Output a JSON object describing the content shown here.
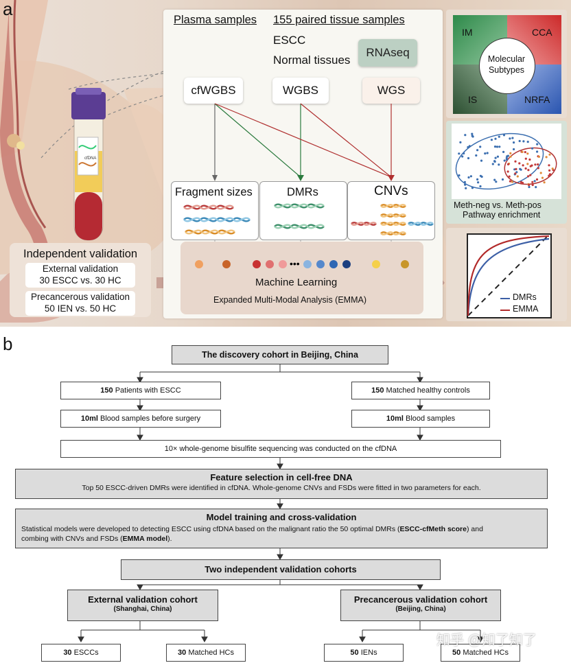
{
  "panel_a": {
    "letter": "a",
    "plasma_label": "Plasma samples",
    "tissue_label": "155 paired tissue samples",
    "escc": "ESCC",
    "normal": "Normal tissues",
    "rnaseq": "RNAseq",
    "cfwgbs": "cfWGBS",
    "wgbs": "WGBS",
    "wgs": "WGS",
    "fragment": "Fragment sizes",
    "dmrs": "DMRs",
    "cnvs": "CNVs",
    "ml": "Machine Learning",
    "emma": "Expanded Multi-Modal Analysis (EMMA)",
    "validation_title": "Independent validation",
    "external_l1": "External validation",
    "external_l2": "30 ESCC vs. 30 HC",
    "precancer_l1": "Precancerous validation",
    "precancer_l2": "50 IEN vs. 50 HC",
    "tube_label": "cfDNA",
    "subtypes": {
      "im": "IM",
      "cca": "CCA",
      "is": "IS",
      "nrfa": "NRFA",
      "center_l1": "Molecular",
      "center_l2": "Subtypes",
      "colors": {
        "im": "#3f8f5a",
        "cca": "#d94a4a",
        "is": "#4a6a4a",
        "nrfa": "#4f73b8"
      }
    },
    "scatter": {
      "label_l1": "Meth-neg  vs. Meth-pos",
      "label_l2": "Pathway enrichment"
    },
    "roc": {
      "legend_dmrs": "DMRs",
      "legend_emma": "EMMA",
      "colors": {
        "dmrs": "#3c5fa6",
        "emma": "#b22a2a"
      }
    }
  },
  "panel_b": {
    "letter": "b",
    "discovery": "The discovery cohort in Beijing, China",
    "left_n": "150",
    "left_text": " Patients with ESCC",
    "right_n": "150",
    "right_text": " Matched healthy controls",
    "left_blood_n": "10ml",
    "left_blood_text": " Blood samples before surgery",
    "right_blood_n": "10ml",
    "right_blood_text": " Blood samples",
    "sequencing": "10× whole-genome bisulfite sequencing was conducted on the cfDNA",
    "feature_title": "Feature selection in cell-free DNA",
    "feature_text": "Top 50 ESCC-driven DMRs were identified in cfDNA. Whole-genome CNVs and FSDs were fitted in two parameters for each.",
    "model_title": "Model training and cross-validation",
    "model_text_1": "Statistical models were developed to detecting ESCC using cfDNA based on the malignant ratio the 50 optimal DMRs (",
    "model_bold_1": "ESCC-cfMeth score",
    "model_text_2": ") and",
    "model_text_3": "combing with CNVs and FSDs (",
    "model_bold_2": "EMMA model",
    "model_text_4": ").",
    "two_cohorts": "Two independent validation cohorts",
    "ext_title": "External validation cohort",
    "ext_sub": "(Shanghai, China)",
    "pre_title": "Precancerous validation cohort",
    "pre_sub": "(Beijing, China)",
    "ext_left_n": "30",
    "ext_left_t": " ESCCs",
    "ext_right_n": "30",
    "ext_right_t": " Matched HCs",
    "pre_left_n": "50",
    "pre_left_t": " IENs",
    "pre_right_n": "50",
    "pre_right_t": " Matched HCs",
    "watermark": "知乎 @知了知了"
  }
}
